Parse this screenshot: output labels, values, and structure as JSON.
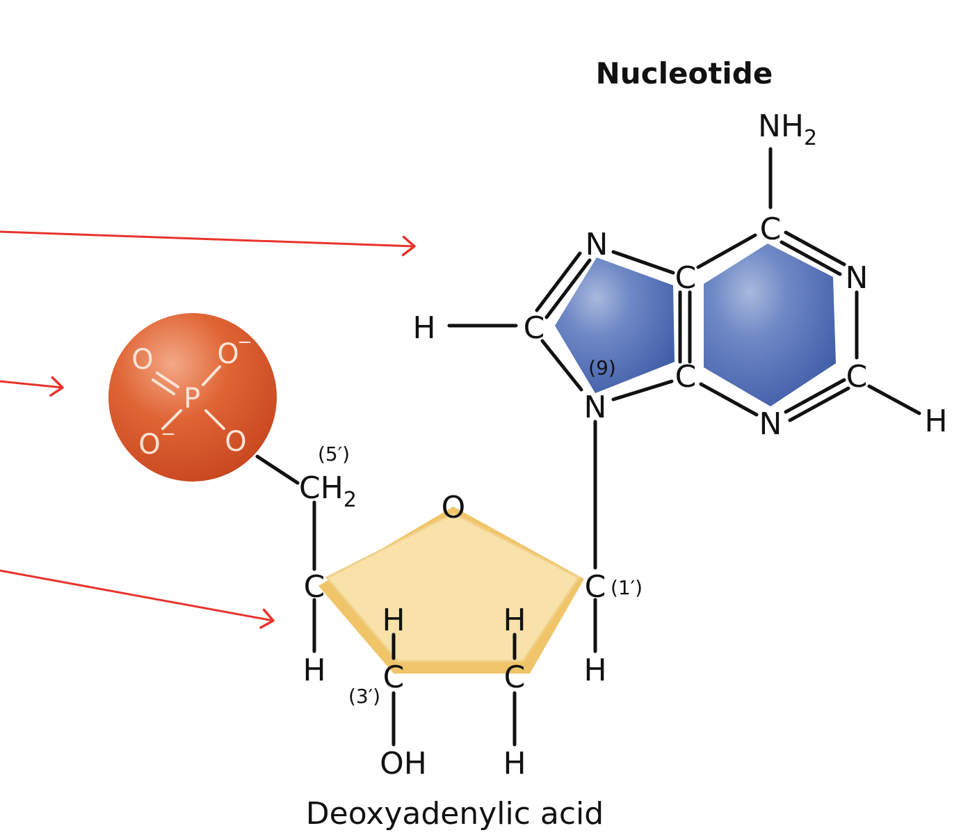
{
  "title": "Nucleotide",
  "caption": "Deoxyadenylic acid",
  "colors": {
    "base": "#4f6fb8",
    "sugar": "#f6dfa6",
    "sugar_edge": "#ecc26a",
    "phosphate": "#dc5a2c",
    "arrow": "#e8332c"
  },
  "base": {
    "nh2_n": "NH",
    "nh2_sub": "2",
    "c6": "C",
    "n1": "N",
    "c2": "C",
    "h2": "H",
    "n3": "N",
    "c4": "C",
    "c5": "C",
    "n7": "N",
    "c8": "C",
    "h8": "H",
    "n9": "N",
    "pos9": "(9)"
  },
  "sugar": {
    "o_ring": "O",
    "c1": "C",
    "pos1": "(1′)",
    "h1": "H",
    "c2": "C",
    "h2_top": "H",
    "h2_bottom": "H",
    "c3": "C",
    "pos3": "(3′)",
    "h3": "H",
    "oh": "OH",
    "c4": "C",
    "h4": "H",
    "ch2_c": "CH",
    "ch2_sub": "2",
    "pos5": "(5′)"
  },
  "phosphate": {
    "p": "P",
    "o_double": "O",
    "o_top": "O",
    "o_top_charge": "−",
    "o_left": "O",
    "o_left_charge": "−",
    "o_ester": "O"
  }
}
